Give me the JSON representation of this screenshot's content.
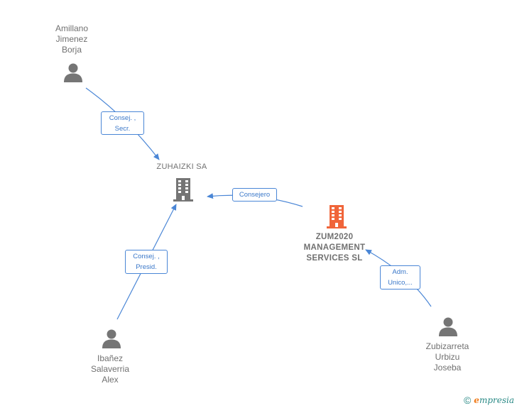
{
  "nodes": {
    "amillano": {
      "label": "Amillano\nJimenez\nBorja",
      "type": "person",
      "icon": "person-icon"
    },
    "ibanez": {
      "label": "Ibañez\nSalaverria\nAlex",
      "type": "person",
      "icon": "person-icon"
    },
    "zubizarreta": {
      "label": "Zubizarreta\nUrbizu\nJoseba",
      "type": "person",
      "icon": "person-icon"
    },
    "zuhaizki": {
      "label": "ZUHAIZKI SA",
      "type": "company",
      "icon": "building-icon",
      "color": "#757575"
    },
    "zum2020": {
      "label": "ZUM2020\nMANAGEMENT\nSERVICES  SL",
      "type": "company",
      "icon": "building-icon",
      "color": "#f0653a",
      "highlight": true
    }
  },
  "edges": {
    "amillano_zuhaizki": {
      "label": "Consej. ,\nSecr."
    },
    "ibanez_zuhaizki": {
      "label": "Consej. ,\nPresid."
    },
    "zum2020_zuhaizki": {
      "label": "Consejero"
    },
    "zubizarreta_zum2020": {
      "label": "Adm.\nUnico,..."
    }
  },
  "colors": {
    "edge": "#4a86d6",
    "person": "#757575",
    "company_main": "#f0653a",
    "company": "#757575",
    "brand": "#2a8a86",
    "brand_accent": "#f07c1c"
  },
  "footer": {
    "copyright_symbol": "©",
    "brand_initial": "e",
    "brand_rest": "mpresia"
  }
}
